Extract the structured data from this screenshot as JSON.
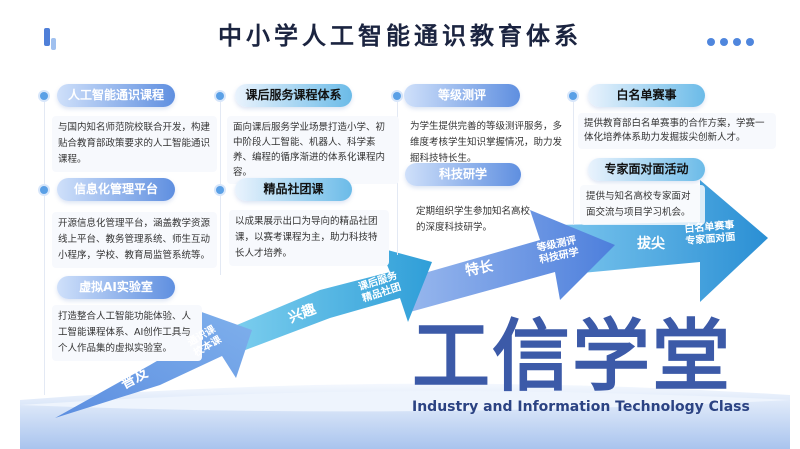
{
  "title": "中小学人工智能通识教育体系",
  "columns": [
    {
      "items": [
        {
          "label": "人工智能通识课程",
          "desc": "与国内知名师范院校联合开发，构建贴合教育部政策要求的人工智能通识课程。"
        },
        {
          "label": "信息化管理平台",
          "desc": "开源信息化管理平台，涵盖教学资源线上平台、教务管理系统、师生互动小程序，学校、教育局监管系统等。"
        },
        {
          "label": "虚拟AI实验室",
          "desc": "打造整合人工智能功能体验、人工智能课程体系、AI创作工具与个人作品集的虚拟实验室。"
        }
      ]
    },
    {
      "items": [
        {
          "label": "课后服务课程体系",
          "desc": "面向课后服务学业场景打造小学、初中阶段人工智能、机器人、科学素养、编程的循序渐进的体系化课程内容。"
        },
        {
          "label": "精品社团课",
          "desc": "以成果展示出口为导向的精品社团课，以赛考课程为主，助力科技特长人才培养。"
        }
      ]
    },
    {
      "items": [
        {
          "label": "等级测评",
          "desc": "为学生提供完善的等级测评服务，多维度考核学生知识掌握情况，助力发掘科技特长生。"
        },
        {
          "label": "科技研学",
          "desc": "定期组织学生参加知名高校的深度科技研学。"
        }
      ]
    },
    {
      "items": [
        {
          "label": "白名单赛事",
          "desc": "提供教育部白名单赛事的合作方案，学赛一体化培养体系助力发掘拔尖创新人才。"
        },
        {
          "label": "专家面对面活动",
          "desc": "提供与知名高校专家面对面交流与项目学习机会。"
        }
      ]
    }
  ],
  "arrows": [
    {
      "stage": "普及",
      "sub": [
        "通识课",
        "校本课"
      ]
    },
    {
      "stage": "兴趣",
      "sub": [
        "课后服务",
        "精品社团"
      ]
    },
    {
      "stage": "特长",
      "sub": [
        "等级测评",
        "科技研学"
      ]
    },
    {
      "stage": "拔尖",
      "sub": [
        "白名单赛事",
        "专家面对面"
      ]
    }
  ],
  "brand": {
    "logo_text": "工信学堂",
    "english": "Industry and Information Technology Class"
  },
  "colors": {
    "title": "#1b2440",
    "accent": "#4f86dd",
    "logo": "#3c5aa8"
  }
}
